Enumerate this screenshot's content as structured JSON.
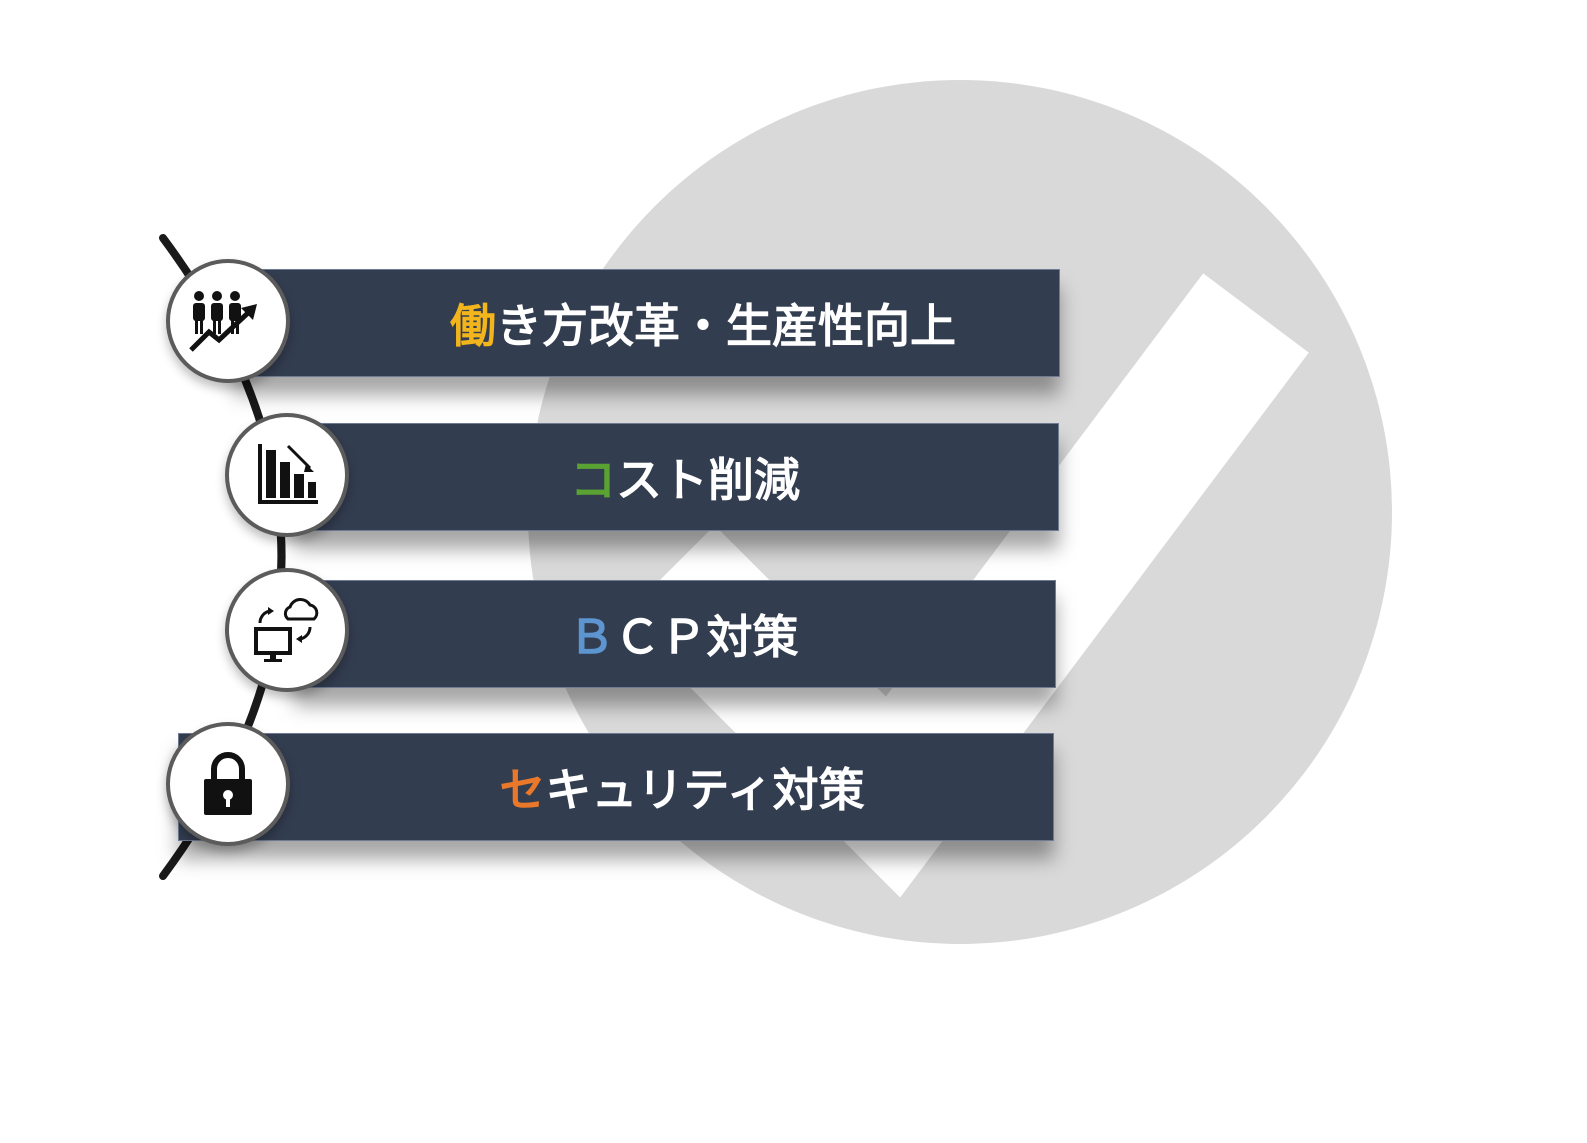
{
  "colors": {
    "bar_fill": "#333d50",
    "bar_border": "#6e7b93",
    "background_circle": "#d9d9d9",
    "checkmark": "#ffffff",
    "accent_yellow": "#f2b51c",
    "accent_green": "#5aa332",
    "accent_blue": "#5c95d0",
    "accent_orange": "#e9782a"
  },
  "items": [
    {
      "icon": "people-growth-icon",
      "first_char": "働",
      "rest": "き方改革・生産性向上",
      "accent": "#f2b51c"
    },
    {
      "icon": "bar-chart-decrease-icon",
      "first_char": "コ",
      "rest": "スト削減",
      "accent": "#5aa332"
    },
    {
      "icon": "cloud-sync-computer-icon",
      "first_char": "Ｂ",
      "rest": "ＣＰ対策",
      "accent": "#5c95d0"
    },
    {
      "icon": "padlock-icon",
      "first_char": "セ",
      "rest": "キュリティ対策",
      "accent": "#e9782a"
    }
  ]
}
